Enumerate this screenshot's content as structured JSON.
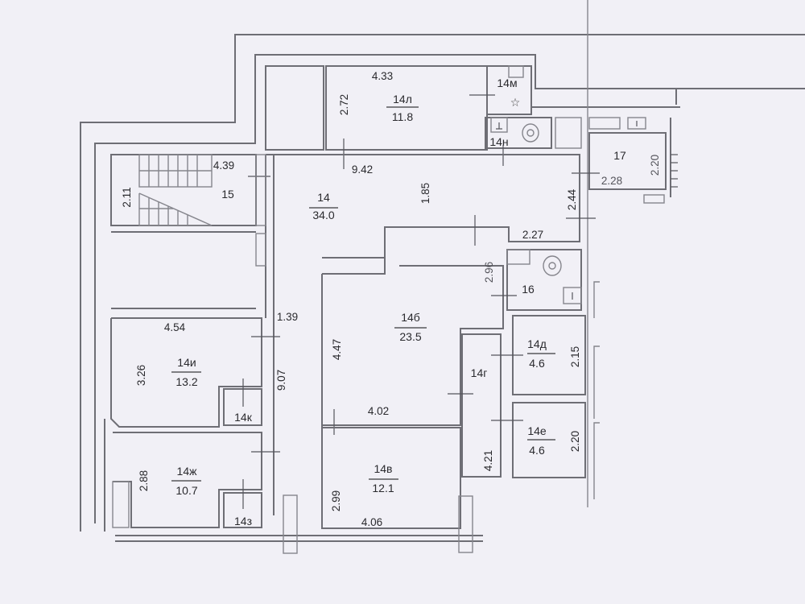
{
  "plan": {
    "rooms": [
      {
        "id": "14",
        "label": "14",
        "area": "34.0"
      },
      {
        "id": "14b",
        "label": "14б",
        "area": "23.5"
      },
      {
        "id": "14v",
        "label": "14в",
        "area": "12.1"
      },
      {
        "id": "14g",
        "label": "14г"
      },
      {
        "id": "14d",
        "label": "14д",
        "area": "4.6"
      },
      {
        "id": "14e",
        "label": "14е",
        "area": "4.6"
      },
      {
        "id": "14zh",
        "label": "14ж",
        "area": "10.7"
      },
      {
        "id": "14z",
        "label": "14з"
      },
      {
        "id": "14i",
        "label": "14и",
        "area": "13.2"
      },
      {
        "id": "14k",
        "label": "14к"
      },
      {
        "id": "14l",
        "label": "14л",
        "area": "11.8"
      },
      {
        "id": "14m",
        "label": "14м"
      },
      {
        "id": "14n",
        "label": "14н"
      },
      {
        "id": "15",
        "label": "15"
      },
      {
        "id": "16",
        "label": "16"
      },
      {
        "id": "17",
        "label": "17"
      }
    ],
    "dimensions": {
      "d_4_33": "4.33",
      "d_2_72": "2.72",
      "d_9_42": "9.42",
      "d_1_85": "1.85",
      "d_2_44": "2.44",
      "d_2_27": "2.27",
      "d_2_20_r17": "2.20",
      "d_2_28": "2.28",
      "d_4_39": "4.39",
      "d_2_11": "2.11",
      "d_2_96": "2.96",
      "d_1_39": "1.39",
      "d_4_54": "4.54",
      "d_3_26": "3.26",
      "d_9_07": "9.07",
      "d_4_47": "4.47",
      "d_4_02": "4.02",
      "d_2_15": "2.15",
      "d_4_21": "4.21",
      "d_2_20_r14e": "2.20",
      "d_2_88": "2.88",
      "d_2_99": "2.99",
      "d_4_06": "4.06"
    },
    "colors": {
      "background": "#f1f0f6",
      "wall": "#6e6e75",
      "text": "#2a2a2e"
    }
  }
}
